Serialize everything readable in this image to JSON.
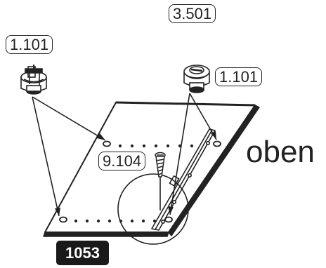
{
  "labels": {
    "cam_fitting_left": "1.101",
    "dowel_top": "3.501",
    "cam_fitting_right": "1.101",
    "screw": "9.104"
  },
  "orientation_text": "oben",
  "part_number": "1053",
  "colors": {
    "line": "#222222",
    "badge_bg": "#1a1a1a",
    "badge_text": "#ffffff"
  }
}
